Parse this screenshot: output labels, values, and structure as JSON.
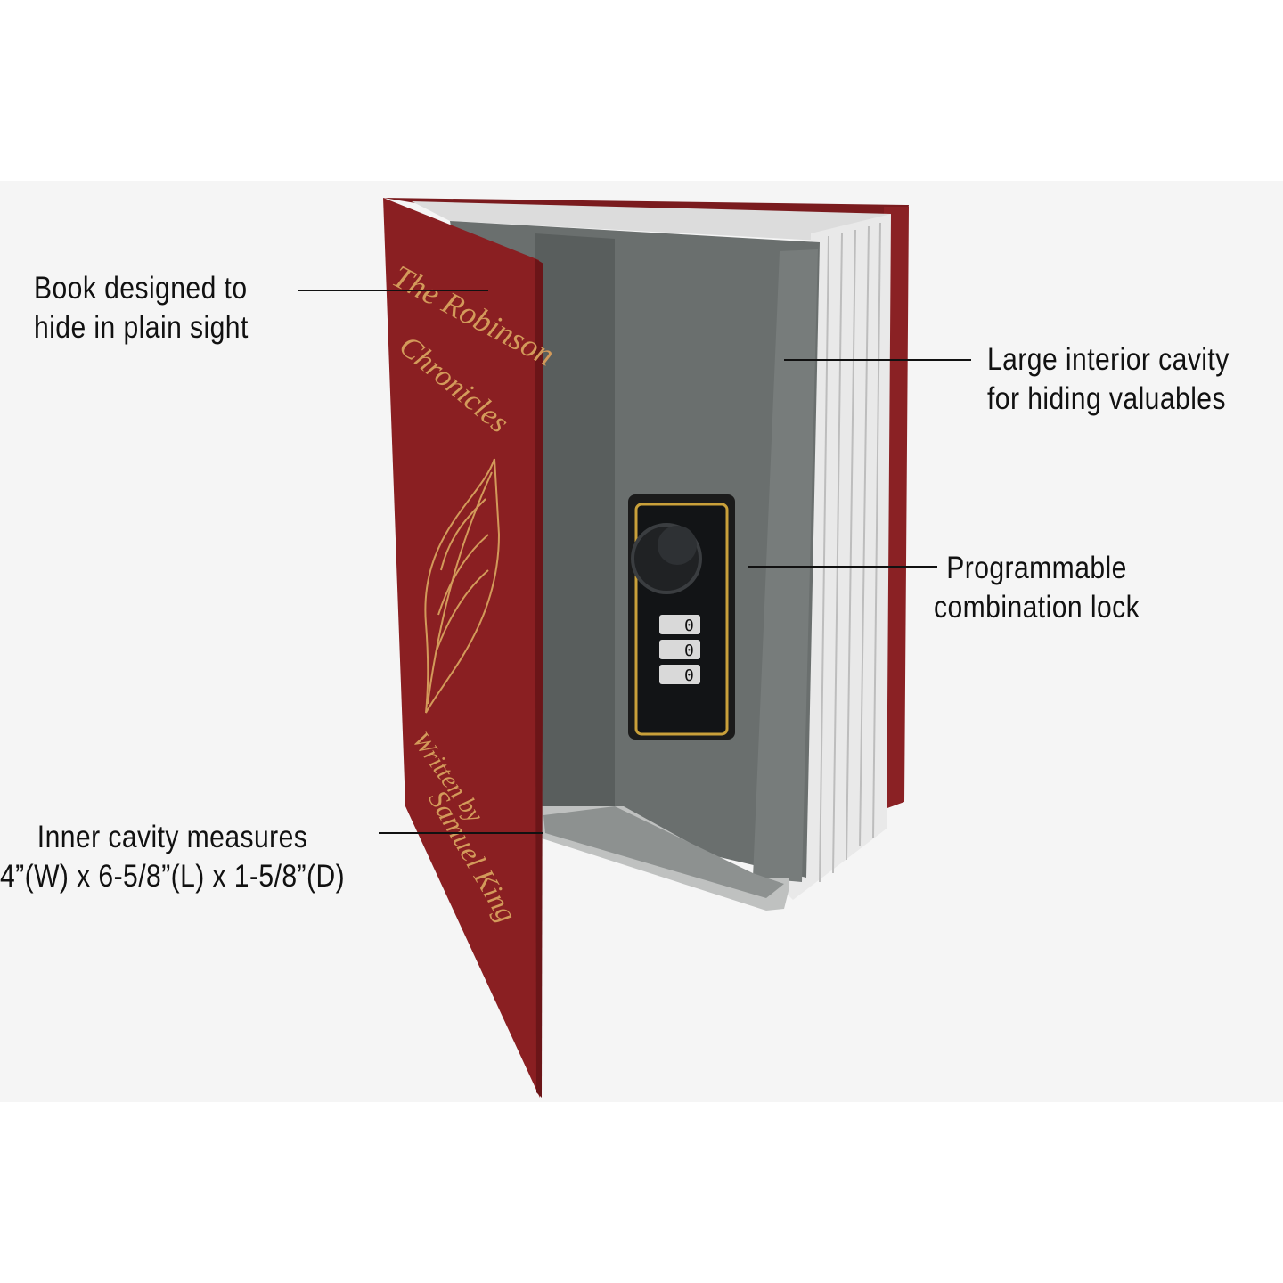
{
  "callouts": {
    "book": {
      "line1": "Book designed to",
      "line2": "hide in plain sight"
    },
    "cavity": {
      "line1": "Large interior cavity",
      "line2": "for hiding valuables"
    },
    "lock": {
      "line1": "Programmable",
      "line2": "combination lock"
    },
    "inner": {
      "line1": "Inner cavity measures",
      "line2": "4”(W) x 6-5/8”(L) x 1-5/8”(D)"
    }
  },
  "book_cover": {
    "title_line1": "The Robinson",
    "title_line2": "Chronicles",
    "author_line1": "Written by",
    "author_line2": "Samuel King"
  },
  "lock_digits": [
    "0",
    "0",
    "0"
  ],
  "colors": {
    "cover": "#8a1f22",
    "cavity": "#5f6463",
    "gold": "#d39a5a",
    "pages": "#e8e8e8"
  }
}
